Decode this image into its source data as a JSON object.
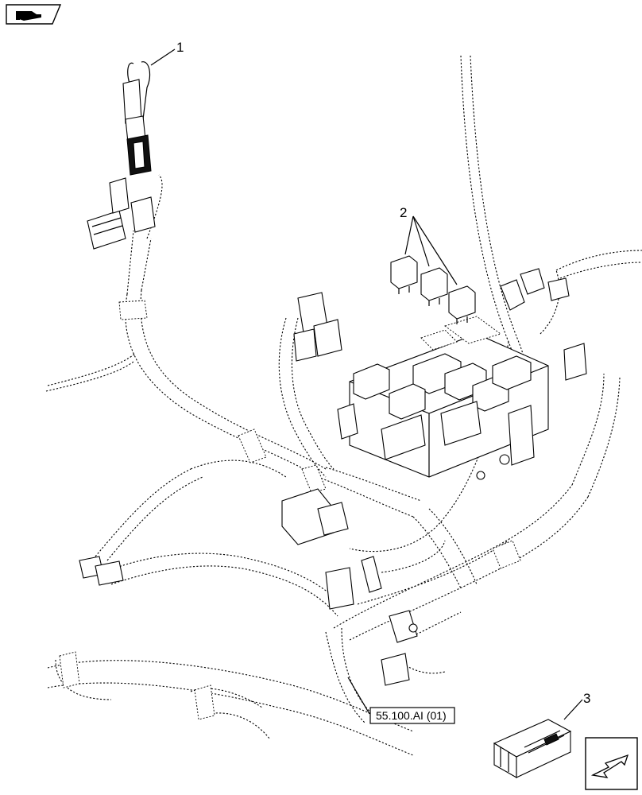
{
  "callouts": [
    {
      "label": "1"
    },
    {
      "label": "2"
    },
    {
      "label": "3"
    }
  ],
  "reference": {
    "text": "55.100.AI (01)"
  },
  "icons": {
    "top_left": "hand-pointing-icon",
    "bottom_right": "nav-arrow-icon",
    "kit": "parts-kit-icon"
  }
}
